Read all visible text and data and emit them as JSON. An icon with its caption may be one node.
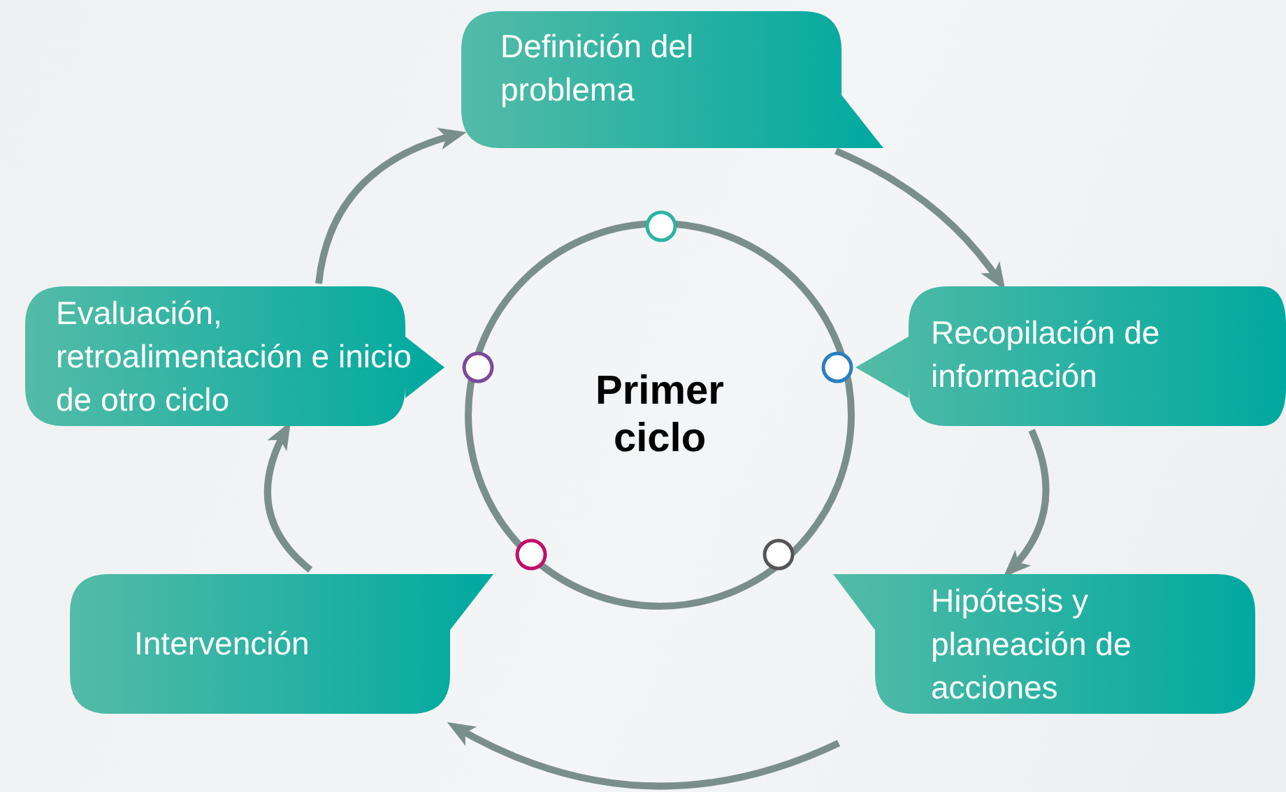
{
  "diagram": {
    "nodes": [
      {
        "text": [
          "Primer ciclo"
        ]
      },
      {
        "text": [
          "Definición del problema"
        ]
      },
      {
        "text": [
          "Recopilación de información"
        ]
      },
      {
        "text": [
          "Hipótesis y planeación de acciones"
        ]
      },
      {
        "text": [
          "Intervención"
        ]
      },
      {
        "text": [
          "Evaluación, retroalimentación e inicio de otro ciclo"
        ]
      }
    ],
    "edges": [
      {
        "from": 1,
        "to": 2,
        "arrow": "to"
      },
      {
        "from": 2,
        "to": 3,
        "arrow": "to"
      },
      {
        "from": 3,
        "to": 4,
        "arrow": "to"
      },
      {
        "from": 4,
        "to": 5,
        "arrow": "to"
      },
      {
        "from": 5,
        "to": 1,
        "arrow": "to"
      }
    ]
  }
}
